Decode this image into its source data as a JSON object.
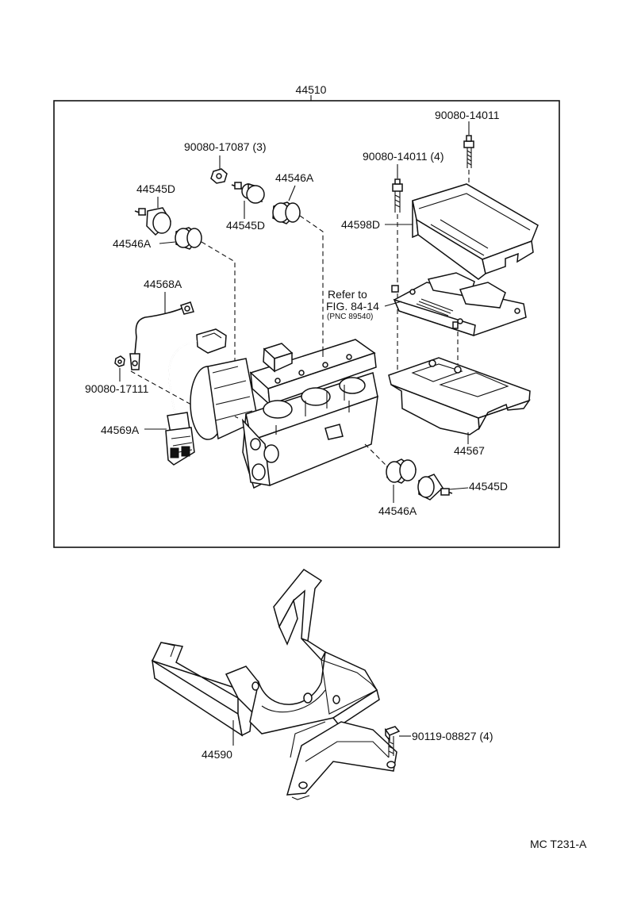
{
  "diagram": {
    "assembly_label": "44510",
    "parts": [
      {
        "id": "screw_top",
        "label": "90080-14011"
      },
      {
        "id": "screw_4",
        "label": "90080-14011 (4)"
      },
      {
        "id": "nut_3",
        "label": "90080-17087 (3)"
      },
      {
        "id": "cush_d_left",
        "label": "44545D"
      },
      {
        "id": "cush_a_right",
        "label": "44546A"
      },
      {
        "id": "cush_d_mid",
        "label": "44545D"
      },
      {
        "id": "cover",
        "label": "44598D"
      },
      {
        "id": "cush_a_left",
        "label": "44546A"
      },
      {
        "id": "wire_ground",
        "label": "44568A"
      },
      {
        "id": "nut_ground",
        "label": "90080-17111"
      },
      {
        "id": "harness",
        "label": "44569A"
      },
      {
        "id": "bracket_lower",
        "label": "44567"
      },
      {
        "id": "cush_a_bottom",
        "label": "44546A"
      },
      {
        "id": "cush_d_bottom",
        "label": "44545D"
      },
      {
        "id": "bracket_main",
        "label": "44590"
      },
      {
        "id": "bolt_4",
        "label": "90119-08827 (4)"
      }
    ],
    "reference": {
      "line1": "Refer to",
      "line2": "FIG. 84-14",
      "line3": "(PNC 89540)"
    },
    "footer_code": "MC  T231-A"
  }
}
